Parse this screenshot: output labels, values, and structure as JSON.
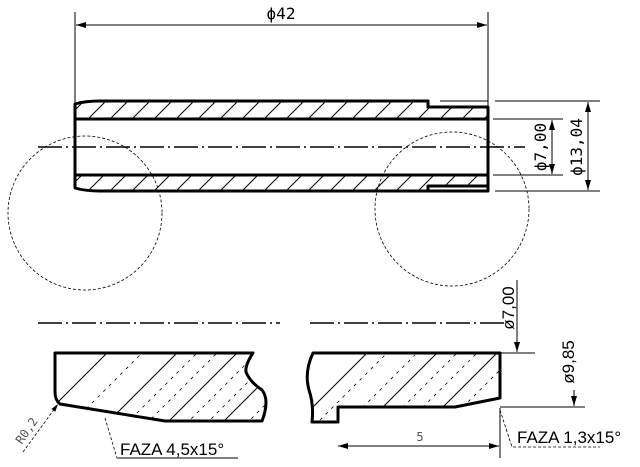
{
  "drawing": {
    "top_view": {
      "dim_length": "ϕ42",
      "dim_inner_diameter": "ϕ7,00",
      "dim_outer_diameter": "ϕ13,04"
    },
    "detail_view": {
      "dim_inner_diameter": "ø7,00",
      "dim_outer_diameter": "ø9,85",
      "dim_step_length": "5",
      "radius_label": "R0,2",
      "chamfer_left": "FAZA 4,5x15°",
      "chamfer_right": "FAZA 1,3x15°"
    },
    "colors": {
      "line": "#000000",
      "background": "#ffffff"
    }
  }
}
